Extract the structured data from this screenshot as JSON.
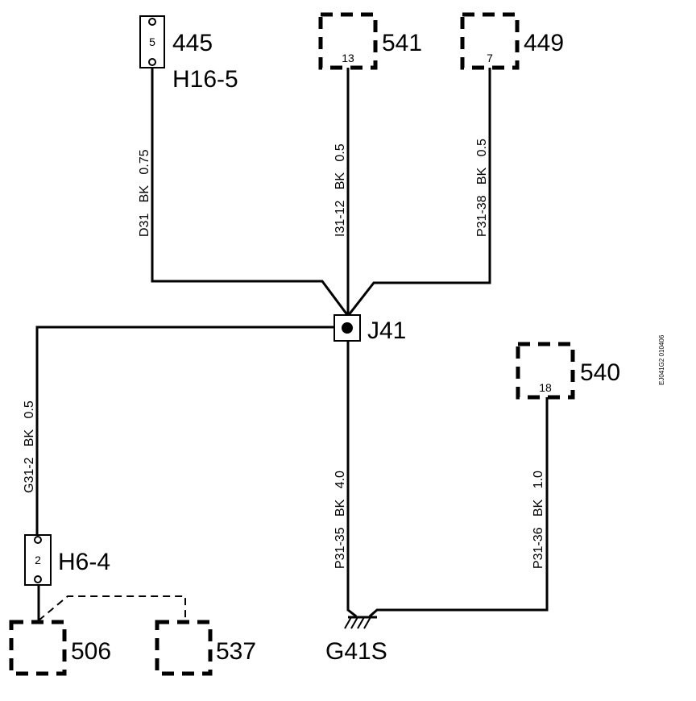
{
  "components": {
    "c445": {
      "ref": "445",
      "pin": "5",
      "connector": "H16-5"
    },
    "c541": {
      "ref": "541",
      "pin": "13"
    },
    "c449": {
      "ref": "449",
      "pin": "7"
    },
    "c540": {
      "ref": "540",
      "pin": "18"
    },
    "c506": {
      "ref": "506"
    },
    "c537": {
      "ref": "537"
    },
    "h6": {
      "ref": "H6-4",
      "pin": "2"
    }
  },
  "splice": {
    "ref": "J41"
  },
  "ground": {
    "ref": "G41S"
  },
  "wires": {
    "w_d31": "D31   BK   0.75",
    "w_i31": "I31-12   BK   0.5",
    "w_p3138": "P31-38   BK   0.5",
    "w_g312": "G31-2   BK   0.5",
    "w_p3135": "P31-35   BK   4.0",
    "w_p3136": "P31-36   BK   1.0"
  },
  "figure_code": "EJ041G2 010406"
}
